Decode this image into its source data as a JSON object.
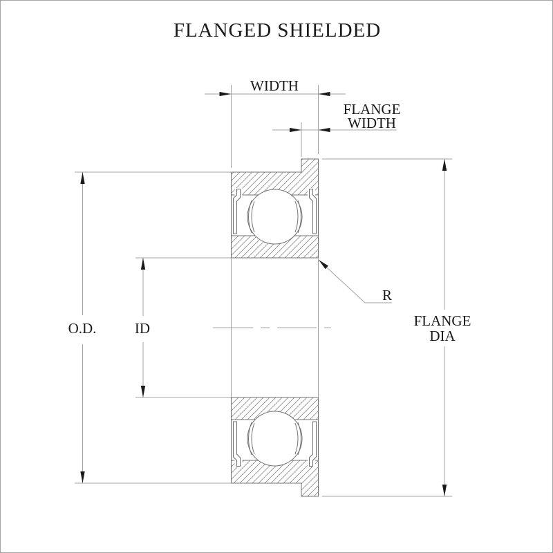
{
  "title": "FLANGED SHIELDED",
  "labels": {
    "width": "WIDTH",
    "flange_width": [
      "FLANGE",
      "WIDTH"
    ],
    "od": "O.D.",
    "id": "ID",
    "flange_dia": [
      "FLANGE",
      "DIA"
    ],
    "radius": "R"
  },
  "colors": {
    "background": "#ffffff",
    "border": "#a6a6a6",
    "part_outline": "#707070",
    "hatch": "#8f8f8f",
    "dimension_line": "#a3a3a3",
    "arrow": "#1a1a1a",
    "text": "#1a1a1a"
  }
}
